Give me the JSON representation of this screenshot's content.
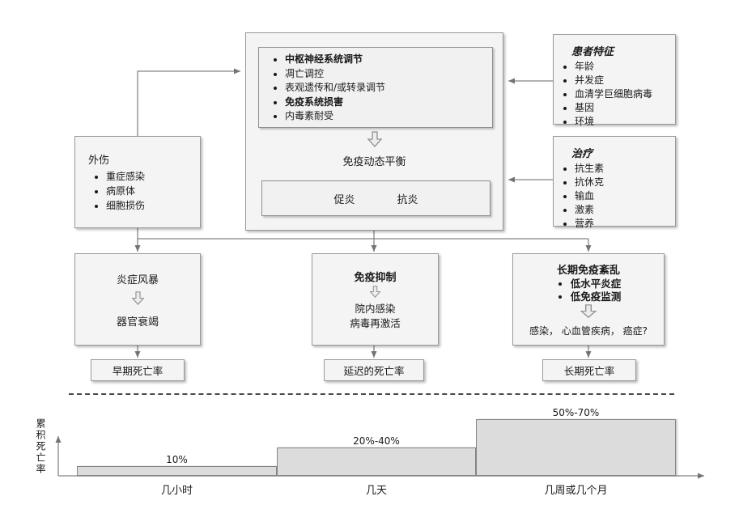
{
  "colors": {
    "background": "#ffffff",
    "box_fill": "#f4f4f4",
    "box_border": "#999999",
    "connector": "#808080",
    "bar_fill": "#dcdcdc",
    "text": "#1a1a1a"
  },
  "central": {
    "mechanisms": [
      "中枢神经系统调节",
      "凋亡调控",
      "表观遗传和/或转录调节",
      "免疫系统损害",
      "内毒素耐受"
    ],
    "balance_label": "免疫动态平衡",
    "pro_label": "促炎",
    "anti_label": "抗炎"
  },
  "patient": {
    "title": "患者特征",
    "items": [
      "年龄",
      "并发症",
      "血清学巨细胞病毒",
      "基因",
      "环境"
    ]
  },
  "treatment": {
    "title": "治疗",
    "items": [
      "抗生素",
      "抗休克",
      "输血",
      "激素",
      "营养"
    ]
  },
  "trauma": {
    "title": "外伤",
    "items": [
      "重症感染",
      "病原体",
      "细胞损伤"
    ]
  },
  "outcomes": {
    "storm": {
      "top": "炎症风暴",
      "bottom": "器官衰竭"
    },
    "suppression": {
      "title": "免疫抑制",
      "line1": "院内感染",
      "line2": "病毒再激活"
    },
    "longterm": {
      "title": "长期免疫紊乱",
      "items": [
        "低水平炎症",
        "低免疫监测"
      ],
      "bottom": "感染， 心血管疾病， 癌症?"
    }
  },
  "mortality": {
    "early": "早期死亡率",
    "delayed": "延迟的死亡率",
    "long": "长期死亡率"
  },
  "chart_data": {
    "type": "bar",
    "subtype": "cumulative-step",
    "title": "",
    "xlabel": "",
    "ylabel": "累积死亡率",
    "categories": [
      "几小时",
      "几天",
      "几周或几个月"
    ],
    "value_labels": [
      "10%",
      "20%-40%",
      "50%-70%"
    ],
    "values_pct_mid": [
      10,
      30,
      60
    ],
    "values_pct_range": [
      [
        10,
        10
      ],
      [
        20,
        40
      ],
      [
        50,
        70
      ]
    ],
    "ylim": [
      0,
      100
    ],
    "grid": false,
    "legend": false
  }
}
